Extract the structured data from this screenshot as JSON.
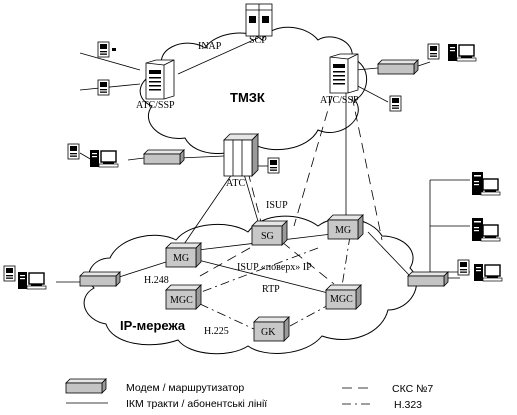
{
  "clouds": {
    "tmzk": "ТМЗК",
    "ip": "IP-мережа"
  },
  "nodes": {
    "scp": "SCP",
    "atc_ssp_left": "АТС/SSP",
    "atc_ssp_right": "АТС/SSP",
    "atc": "АТС",
    "mg_left": "MG",
    "mg_right": "MG",
    "sg": "SG",
    "mgc_left": "MGC",
    "mgc_right": "MGC",
    "gk": "GK"
  },
  "links": {
    "inap": "INAP",
    "isup": "ISUP",
    "isup_over_ip": "ISUP «поверх» IP",
    "h248": "H.248",
    "rtp": "RTP",
    "h225": "H.225"
  },
  "legend": {
    "modem": "Модем / маршрутизатор",
    "ikm": "ІКМ тракти / абонентські лінії",
    "ss7": "СКС №7",
    "h323": "H.323"
  }
}
